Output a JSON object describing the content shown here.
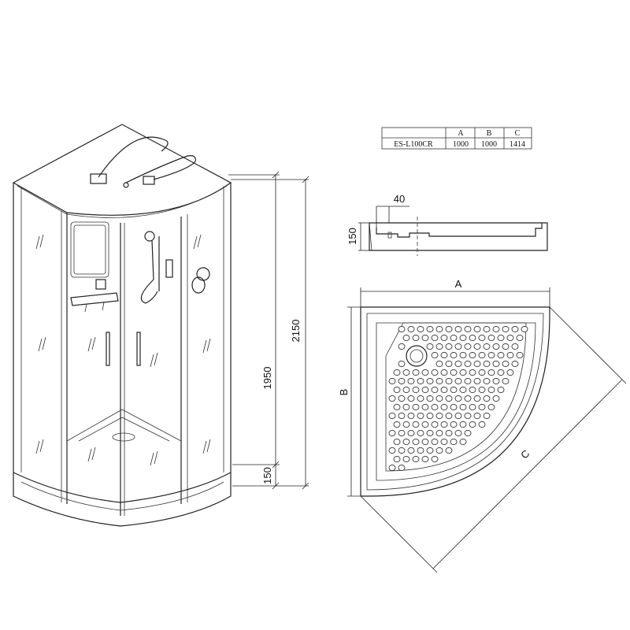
{
  "spec_table": {
    "headers": [
      "",
      "A",
      "B",
      "C"
    ],
    "row": [
      "ES-L100CR",
      "1000",
      "1000",
      "1414"
    ]
  },
  "cabin_dims": {
    "total_height": "2150",
    "cabin_height": "1950",
    "tray_height": "150"
  },
  "profile_dims": {
    "rim": "40",
    "height": "150"
  },
  "tray_dims": {
    "a": "A",
    "b": "B",
    "c": "C"
  },
  "icons": [
    "shower-head-icon",
    "control-panel-icon",
    "mixer-icon",
    "shelf-icon",
    "door-handle-icon",
    "drain-icon"
  ]
}
